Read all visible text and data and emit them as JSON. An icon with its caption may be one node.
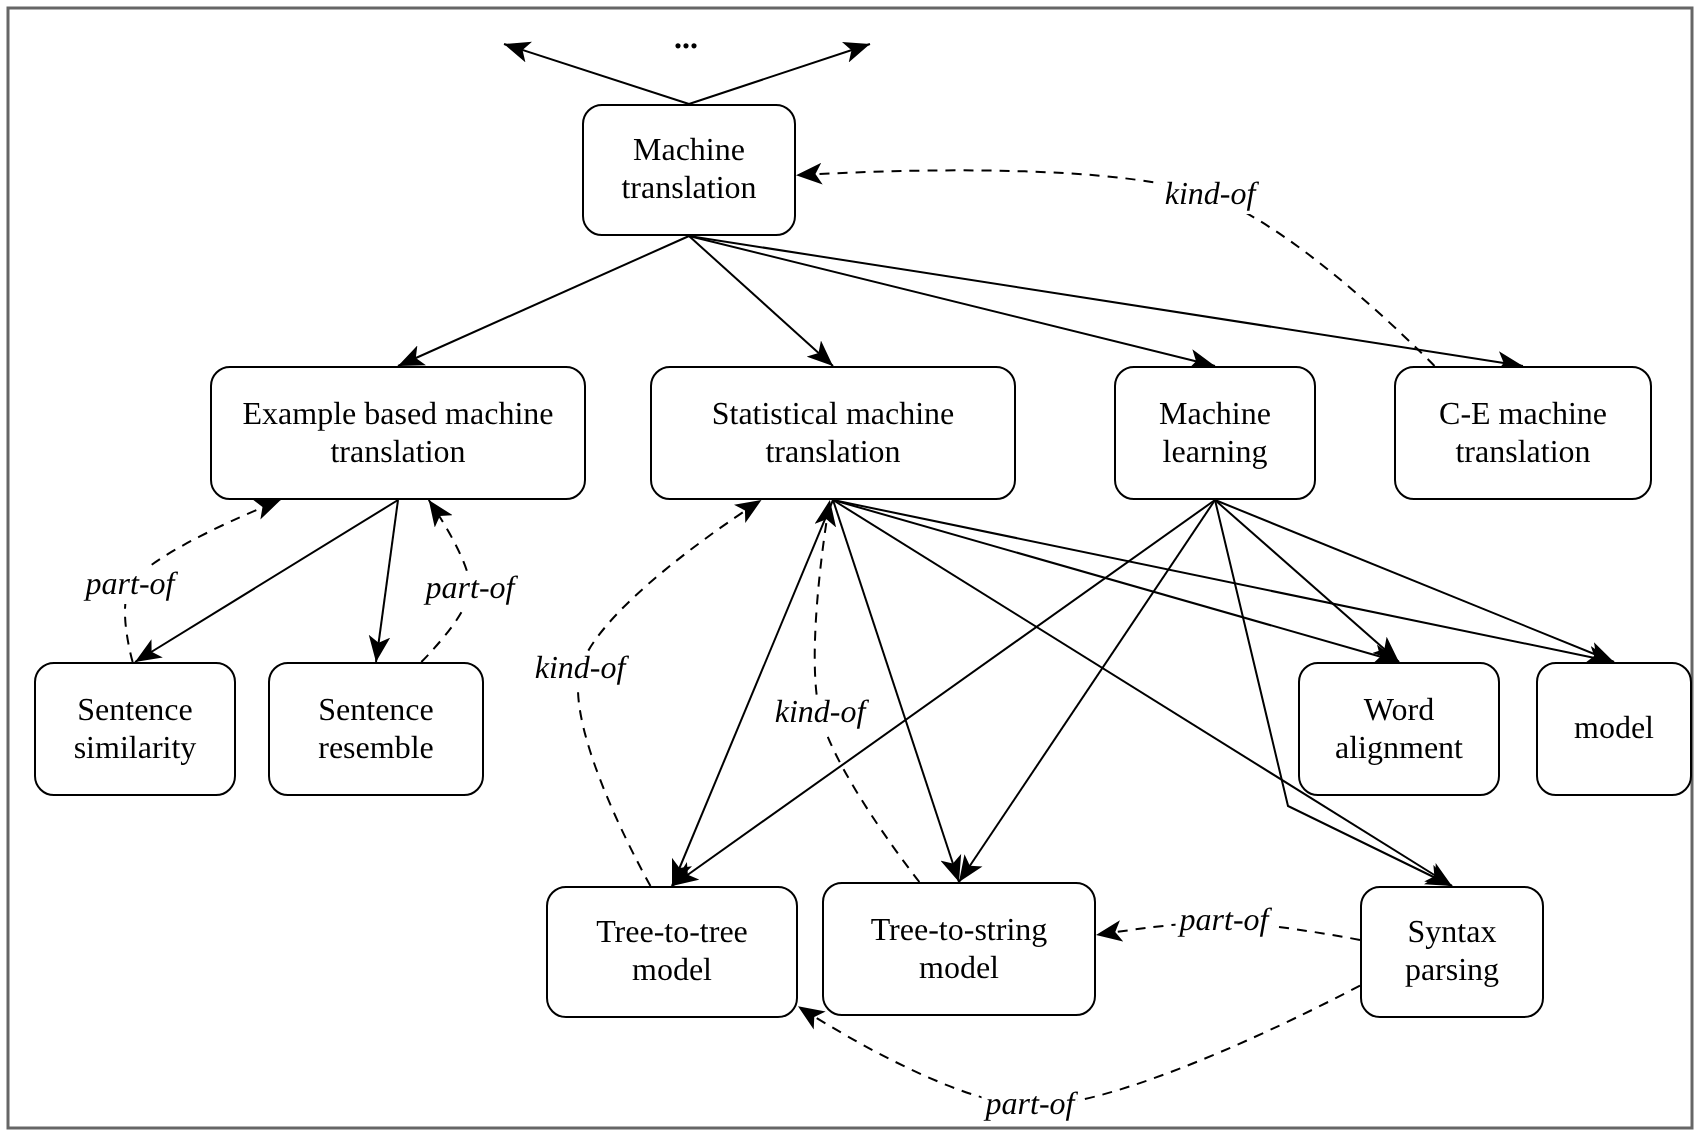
{
  "diagram": {
    "nodes": [
      {
        "text": [
          "Machine translation"
        ]
      },
      {
        "text": [
          "Example based machine translation"
        ]
      },
      {
        "text": [
          "Statistical machine translation"
        ]
      },
      {
        "text": [
          "Machine learning"
        ]
      },
      {
        "text": [
          "C-E machine translation"
        ]
      },
      {
        "text": [
          "Sentence similarity"
        ]
      },
      {
        "text": [
          "Sentence resemble"
        ]
      },
      {
        "text": [
          "Word alignment"
        ]
      },
      {
        "text": [
          "model"
        ]
      },
      {
        "text": [
          "Tree-to-tree model"
        ]
      },
      {
        "text": [
          "Tree-to-string model"
        ]
      },
      {
        "text": [
          "Syntax parsing"
        ]
      }
    ],
    "edges": [
      {
        "from": 0,
        "to": null,
        "arrow": "to"
      },
      {
        "from": 0,
        "to": null,
        "arrow": "to"
      },
      {
        "from": 0,
        "to": 1,
        "arrow": "to"
      },
      {
        "from": 0,
        "to": 2,
        "arrow": "to"
      },
      {
        "from": 0,
        "to": 3,
        "arrow": "to"
      },
      {
        "from": 0,
        "to": 4,
        "arrow": "to"
      },
      {
        "from": 4,
        "to": 0,
        "arrow": "to",
        "label": "kind-of",
        "style": "dashed"
      },
      {
        "from": 1,
        "to": 5,
        "arrow": "to"
      },
      {
        "from": 1,
        "to": 6,
        "arrow": "to"
      },
      {
        "from": 5,
        "to": 1,
        "arrow": "to",
        "label": "part-of",
        "style": "dashed"
      },
      {
        "from": 6,
        "to": 1,
        "arrow": "to",
        "label": "part-of",
        "style": "dashed"
      },
      {
        "from": 2,
        "to": 9,
        "arrow": "to"
      },
      {
        "from": 2,
        "to": 10,
        "arrow": "to"
      },
      {
        "from": 2,
        "to": 7,
        "arrow": "to"
      },
      {
        "from": 2,
        "to": 8,
        "arrow": "to"
      },
      {
        "from": 2,
        "to": 11,
        "arrow": "to"
      },
      {
        "from": 3,
        "to": 9,
        "arrow": "to"
      },
      {
        "from": 3,
        "to": 10,
        "arrow": "to"
      },
      {
        "from": 3,
        "to": 7,
        "arrow": "to"
      },
      {
        "from": 3,
        "to": 8,
        "arrow": "to"
      },
      {
        "from": 3,
        "to": 11,
        "arrow": "to"
      },
      {
        "from": 9,
        "to": 2,
        "arrow": "to",
        "label": "kind-of",
        "style": "dashed"
      },
      {
        "from": 10,
        "to": 2,
        "arrow": "to",
        "label": "kind-of",
        "style": "dashed"
      },
      {
        "from": 11,
        "to": 10,
        "arrow": "to",
        "label": "part-of",
        "style": "dashed"
      },
      {
        "from": 11,
        "to": 9,
        "arrow": "to",
        "label": "part-of",
        "style": "dashed"
      }
    ],
    "labels": [
      "..."
    ]
  }
}
